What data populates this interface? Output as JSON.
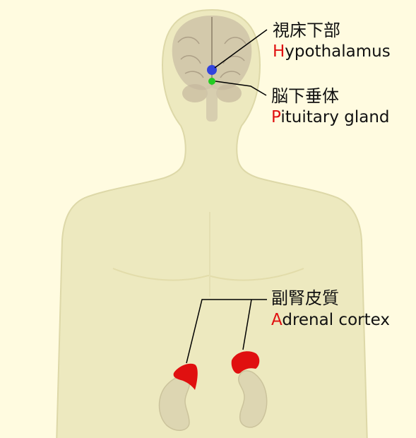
{
  "colors": {
    "background": "#fffbe0",
    "body_fill": "#ede9bf",
    "body_stroke": "#ddd8a8",
    "brain_fill": "#c9bda4",
    "kidney_fill": "#ddd6b2",
    "hypothalamus": "#3344dd",
    "pituitary": "#22cc22",
    "adrenal_cortex": "#e01010",
    "leader_line": "#000000",
    "initial_letter": "#e01010"
  },
  "labels": {
    "hypothalamus": {
      "jp": "視床下部",
      "en_initial": "H",
      "en_rest": "ypothalamus"
    },
    "pituitary": {
      "jp": "脳下垂体",
      "en_initial": "P",
      "en_rest": "ituitary gland"
    },
    "adrenal": {
      "jp": "副腎皮質",
      "en_initial": "A",
      "en_rest": "drenal cortex"
    }
  }
}
